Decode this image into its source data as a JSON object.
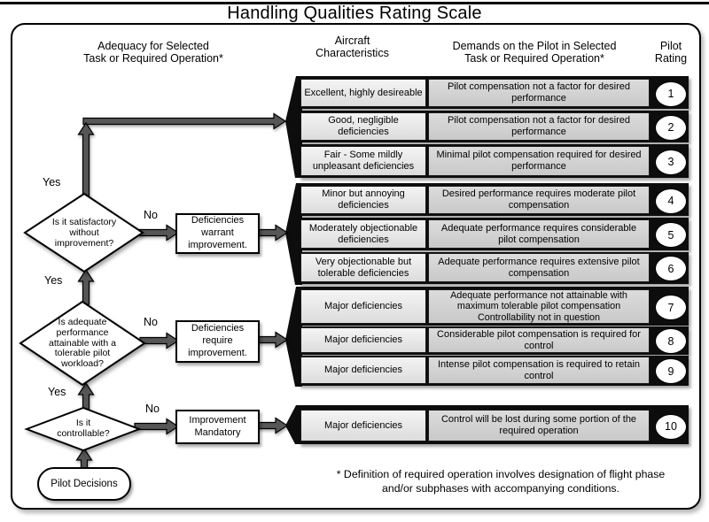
{
  "title": "Handling Qualities Rating Scale",
  "headers": {
    "adequacy": "Adequacy for Selected\nTask or Required  Operation*",
    "aircraft": "Aircraft\nCharacteristics",
    "demands": "Demands on the Pilot in Selected\nTask or Required Operation*",
    "rating": "Pilot\nRating"
  },
  "rows": [
    {
      "characteristics": "Excellent, highly desireable",
      "demands": "Pilot compensation not a factor for desired performance",
      "rating": "1"
    },
    {
      "characteristics": "Good, negligible deficiencies",
      "demands": "Pilot compensation not a factor for desired performance",
      "rating": "2"
    },
    {
      "characteristics": "Fair - Some mildly unpleasant deficiencies",
      "demands": "Minimal pilot compensation required for desired performance",
      "rating": "3"
    },
    {
      "characteristics": "Minor but annoying deficiencies",
      "demands": "Desired performance requires moderate pilot compensation",
      "rating": "4"
    },
    {
      "characteristics": "Moderately objectionable deficiencies",
      "demands": "Adequate performance requires considerable pilot compensation",
      "rating": "5"
    },
    {
      "characteristics": "Very objectionable but tolerable deficiencies",
      "demands": "Adequate performance requires extensive pilot compensation",
      "rating": "6"
    },
    {
      "characteristics": "Major deficiencies",
      "demands": "Adequate performance not attainable with maximum tolerable pilot compensation\nControllability not in question",
      "rating": "7"
    },
    {
      "characteristics": "Major deficiencies",
      "demands": "Considerable pilot compensation is required for control",
      "rating": "8"
    },
    {
      "characteristics": "Major deficiencies",
      "demands": "Intense pilot compensation is required to retain control",
      "rating": "9"
    },
    {
      "characteristics": "Major deficiencies",
      "demands": "Control will be lost during some portion of the required operation",
      "rating": "10"
    }
  ],
  "flowchart": {
    "decisions": [
      {
        "question": "Is it satisfactory\nwithout\nimprovement?",
        "yes": "Yes",
        "no": "No",
        "action": "Deficiencies\nwarrant\nimprovement."
      },
      {
        "question": "Is adequate\nperformance\nattainable with a\ntolerable pilot\nworkload?",
        "yes": "Yes",
        "no": "No",
        "action": "Deficiencies\nrequire\nimprovement."
      },
      {
        "question": "Is it\ncontrollable?",
        "yes": "Yes",
        "no": "No",
        "action": "Improvement\nMandatory"
      }
    ],
    "start": "Pilot Decisions"
  },
  "footnote": "* Definition of required operation involves designation of flight phase\nand/or subphases with accompanying conditions.",
  "colors": {
    "band_black": "#0d0d0d",
    "cell_light": "#e9e9e9",
    "cell_medium": "#d2d2d2",
    "arrow_gray": "#565656",
    "background": "#ffffff"
  }
}
